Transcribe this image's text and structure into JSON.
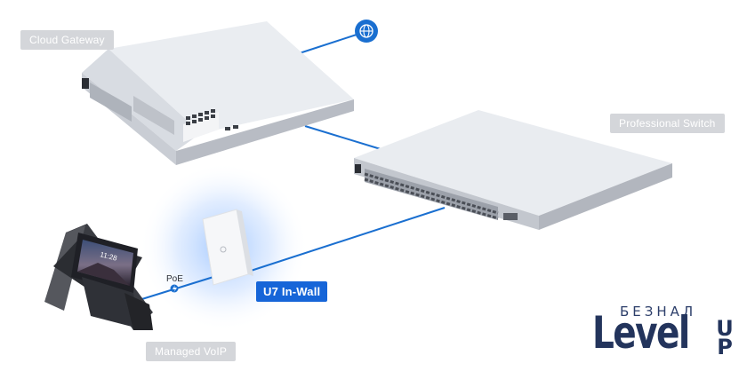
{
  "labels": {
    "cloud_gateway": "Cloud Gateway",
    "professional_switch": "Professional Switch",
    "access_point": "U7 In-Wall",
    "voip": "Managed VoIP",
    "poe": "PoE"
  },
  "phone": {
    "clock": "11:28"
  },
  "brand": {
    "top": "БЕЗНАЛ",
    "main": "Level",
    "suffix_letters": [
      "U",
      "P"
    ]
  },
  "icons": {
    "internet": "globe-icon",
    "poe": "power-bolt-icon"
  },
  "colors": {
    "accent": "#1665d8",
    "label_bg": "#d4d6da",
    "brand": "#23345c",
    "link": "#1a6fd0"
  }
}
